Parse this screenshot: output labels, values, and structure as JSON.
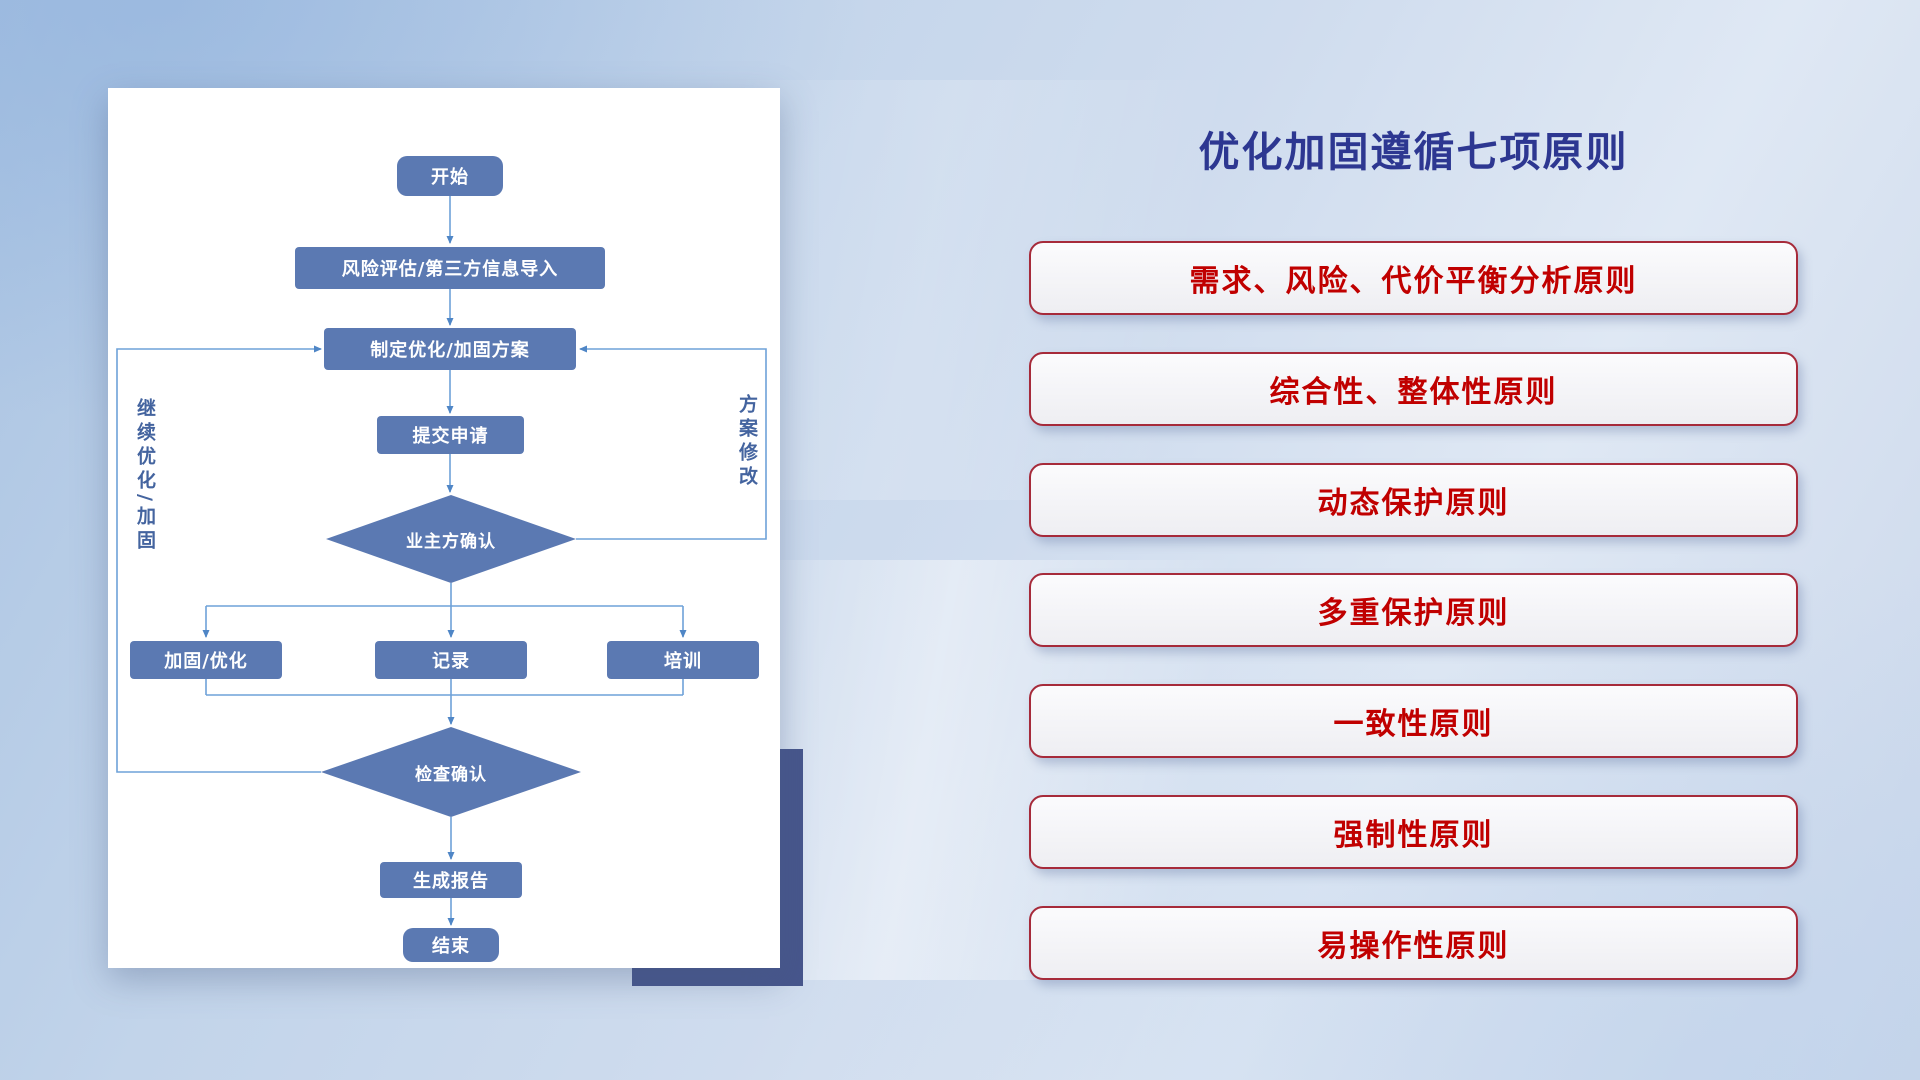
{
  "title": "优化加固遵循七项原则",
  "flowchart": {
    "nodes": {
      "start": "开始",
      "risk": "风险评估/第三方信息导入",
      "plan": "制定优化/加固方案",
      "submit": "提交申请",
      "owner_confirm": "业主方确认",
      "reinforce": "加固/优化",
      "record": "记录",
      "training": "培训",
      "check_confirm": "检查确认",
      "report": "生成报告",
      "end": "结束"
    },
    "loop_labels": {
      "left": "继续优化/加固",
      "right": "方案修改"
    }
  },
  "principles": [
    "需求、风险、代价平衡分析原则",
    "综合性、整体性原则",
    "动态保护原则",
    "多重保护原则",
    "一致性原则",
    "强制性原则",
    "易操作性原则"
  ],
  "colors": {
    "node_fill": "#5b79b2",
    "connector_line": "#6ea2d8",
    "arrowhead": "#4f86c6",
    "title_text": "#2d3791",
    "principle_text": "#c00000",
    "principle_border": "#a62a3a",
    "accent_rect": "#47568c"
  }
}
